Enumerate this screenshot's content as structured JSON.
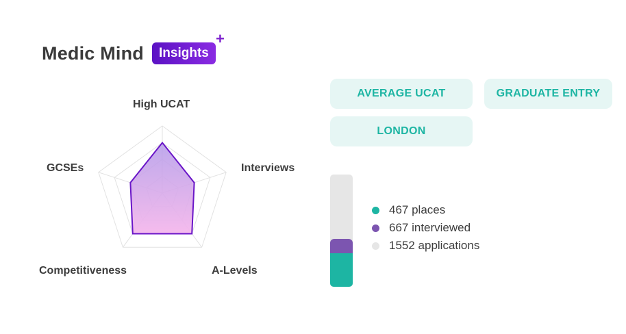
{
  "brand": {
    "name": "Medic Mind",
    "badge": "Insights",
    "badge_plus": "+"
  },
  "colors": {
    "teal": "#1db5a3",
    "purple": "#7c55b0",
    "grey": "#e6e6e6",
    "radar_stroke": "#6a16c8"
  },
  "chips": [
    {
      "label": "AVERAGE UCAT"
    },
    {
      "label": "GRADUATE ENTRY"
    },
    {
      "label": "LONDON"
    }
  ],
  "chart_data": [
    {
      "type": "radar",
      "axes": [
        "High UCAT",
        "Interviews",
        "A-Levels",
        "Competitiveness",
        "GCSEs"
      ],
      "levels": 4,
      "values": [
        0.75,
        0.5,
        0.75,
        0.75,
        0.5
      ],
      "max": 1
    },
    {
      "type": "bar",
      "stacked": true,
      "categories": [
        "places",
        "interviewed",
        "applications"
      ],
      "values": [
        467,
        667,
        1552
      ],
      "legend": [
        {
          "label": "467 places",
          "color": "#1db5a3"
        },
        {
          "label": "667 interviewed",
          "color": "#7c55b0"
        },
        {
          "label": "1552 applications",
          "color": "#e6e6e6"
        }
      ]
    }
  ]
}
